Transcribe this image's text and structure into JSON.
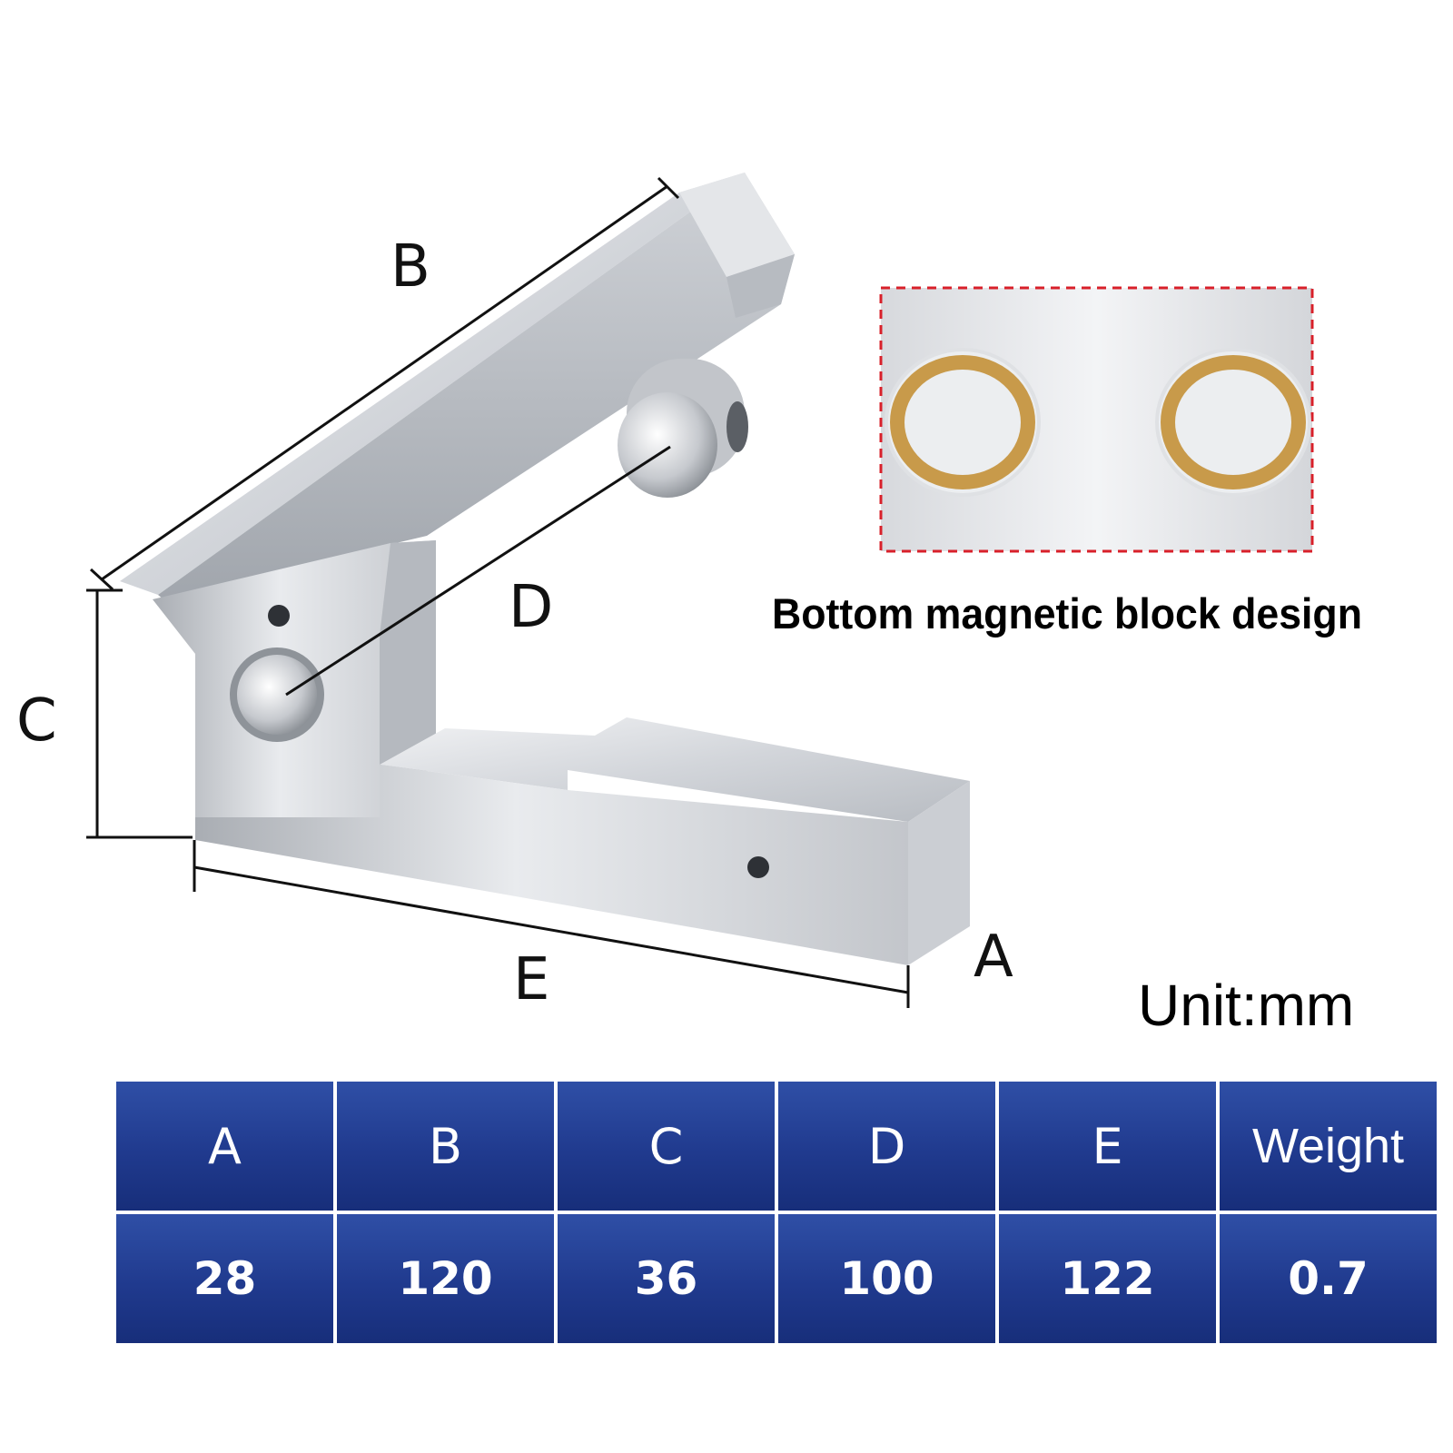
{
  "dimension_labels": {
    "a": "A",
    "b": "B",
    "c": "C",
    "d": "D",
    "e": "E"
  },
  "caption": "Bottom magnetic block design",
  "unit": "Unit:mm",
  "table": {
    "headers": [
      "A",
      "B",
      "C",
      "D",
      "E",
      "Weight"
    ],
    "values": [
      "28",
      "120",
      "36",
      "100",
      "122",
      "0.7"
    ]
  },
  "colors": {
    "table_blue": "#203a8e",
    "brass_ring": "#c89a4a",
    "inset_dash": "#d8202a",
    "steel": "#c9ccd1"
  }
}
